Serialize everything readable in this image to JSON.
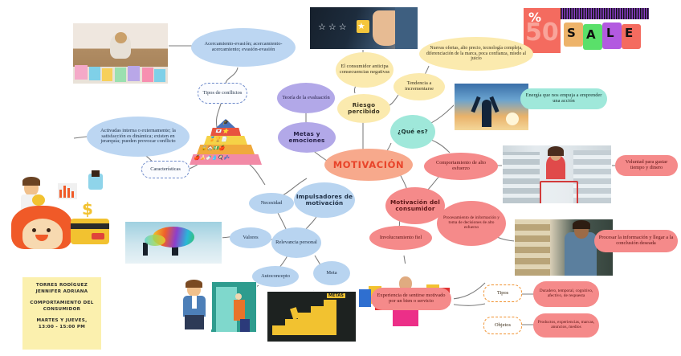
{
  "document": {
    "type": "mind-map",
    "title": "MOTIVACIÓN",
    "language": "es"
  },
  "center": {
    "label": "MOTIVACIÓN",
    "color": "#f7a98c"
  },
  "branches": {
    "conflictos": {
      "hub": "Tipos de conflictos",
      "detail": "Acercamiento-evasión; acercamiento-acercamiento; evasión-evasión"
    },
    "caracteristicas": {
      "hub": "Características",
      "detail": "Activadas interna o externamente; la satisfacción es dinámica; existen en jerarquía; pueden provocar conflicto"
    },
    "metas": {
      "hub": "Metas y emociones",
      "child": "Teoría de la evaluación"
    },
    "riesgo": {
      "hub": "Riesgo percibido",
      "child_a": "El consumidor anticipa consecuencias negativas",
      "child_b": "Tendencia a incrementarse",
      "detail": "Nuevas ofertas, alto precio, tecnología compleja, diferenciación de la marca, poca confianza, miedo al juicio"
    },
    "quees": {
      "hub": "¿Qué es?",
      "detail": "Energía que nos empuja a emprender una acción"
    },
    "impulsadores": {
      "hub": "Impulsadores de motivación",
      "center_node": "Relevancia personal",
      "items": [
        "Necesidad",
        "Valores",
        "Autoconcepto",
        "Meta"
      ]
    },
    "consumidor": {
      "hub": "Motivación del consumidor",
      "items": [
        {
          "label": "Comportamiento de alto esfuerzo",
          "detail": "Voluntad para gastar tiempo y dinero"
        },
        {
          "label": "Procesamiento de información y toma de decisiones de alto esfuerzo",
          "detail": "Procesar la información y llegar a la conclusión deseada"
        },
        {
          "label": "Involucramiento fiel",
          "detail": "Experiencia de sentirse motivado por un bien o servicio"
        }
      ],
      "subhubs": [
        {
          "label": "Tipos",
          "detail": "Duradero, temporal, cognitivo, afectivo, de respuesta"
        },
        {
          "label": "Objetos",
          "detail": "Productos, experiencias, marcas, anuncios, medios"
        }
      ]
    }
  },
  "note": {
    "line1": "TORRES RODÍGUEZ",
    "line2": "JENNIFER ADRIANA",
    "line3": "COMPORTAMIENTO DEL",
    "line4": "CONSUMIDOR",
    "line5": "MARTES Y JUEVES,",
    "line6": "13:00 - 15:00 PM"
  },
  "images": {
    "woman_sofa_bags": "woman-stressed-with-shopping-bags-photo",
    "review_stars": "hand-tapping-star-rating-photo",
    "sale_tags": "sale-barcode-price-tags-graphic",
    "sunrise_arms": "person-arms-raised-sunrise-photo",
    "supermarket_woman": "woman-shopping-in-supermarket-photo",
    "supermarket_man": "man-choosing-product-in-store-photo",
    "shopping_woman_bags": "happy-woman-holding-shopping-bags-photo",
    "balloons_art": "man-with-colorful-balloons-artwork",
    "door_illustration": "person-opening-green-door-illustration",
    "businessman": "businessman-cartoon-illustration",
    "goals_stairs": "man-climbing-stairs-to-metas-chalkboard",
    "consumer_character": "consumer-with-credit-card-and-money-illustration",
    "maslow_pyramid": "maslow-needs-pyramid-icons"
  }
}
